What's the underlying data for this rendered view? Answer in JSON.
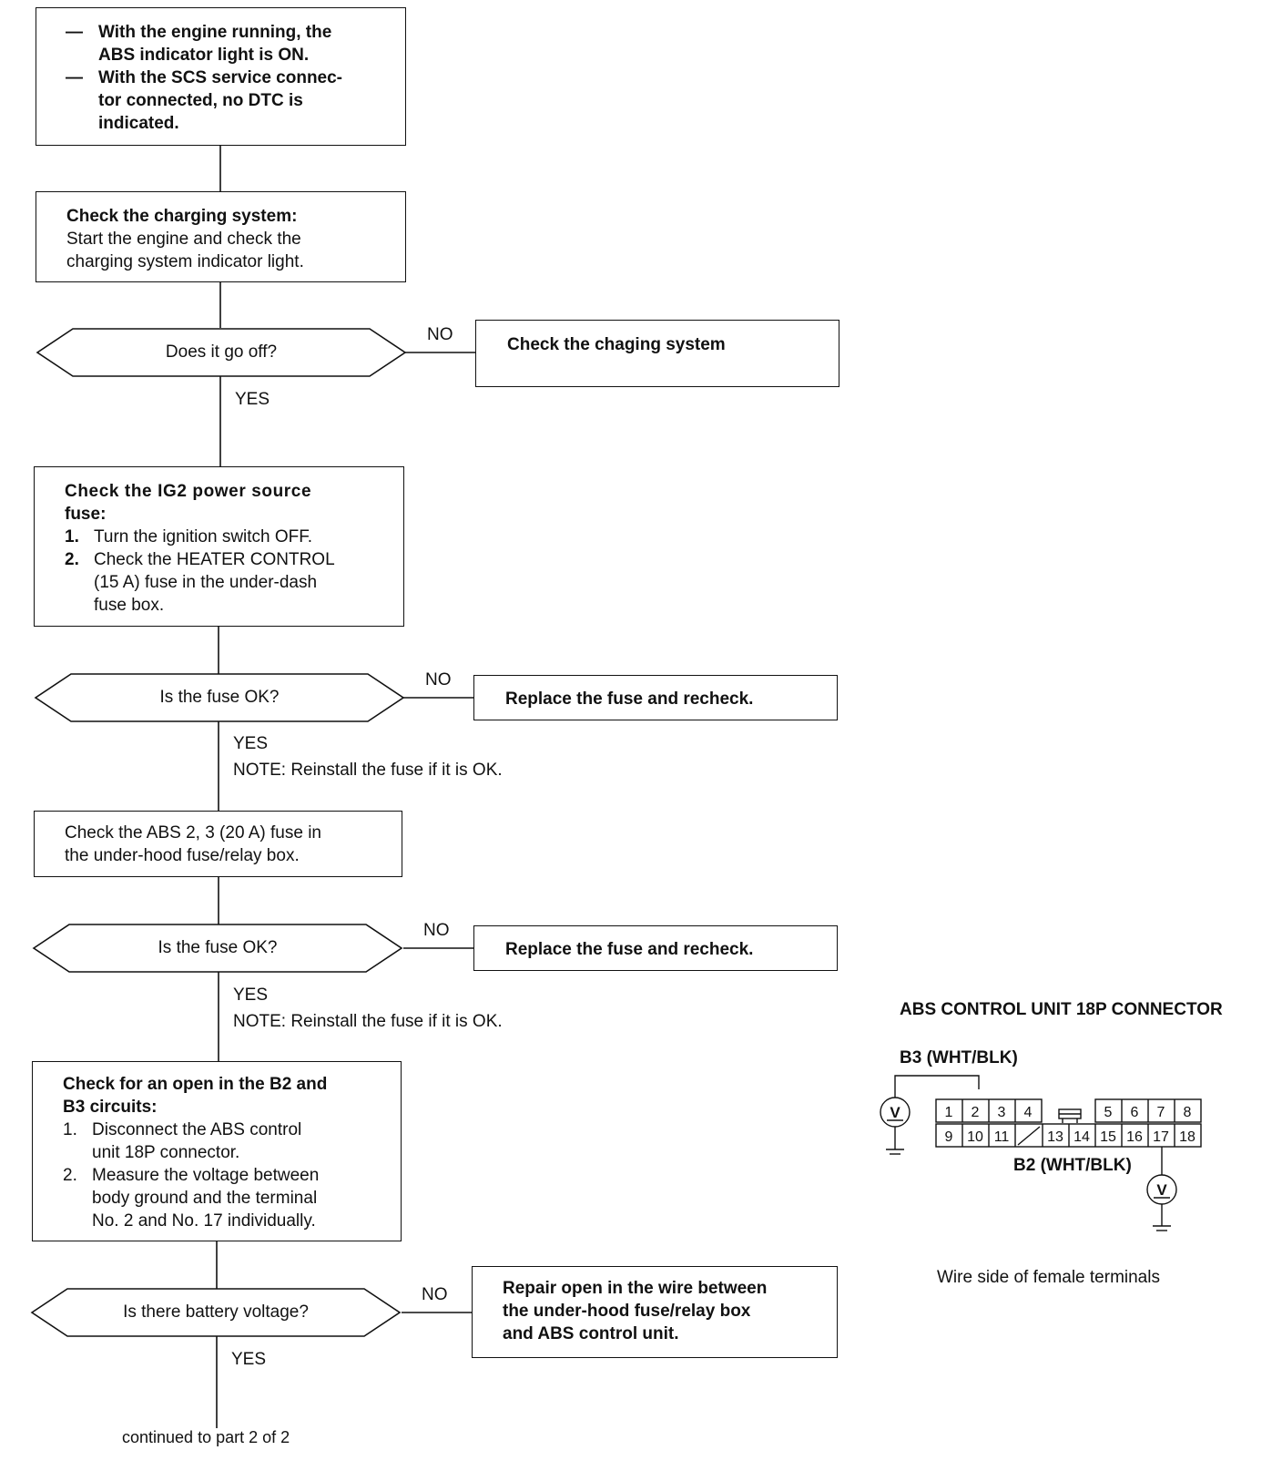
{
  "flow": {
    "start": {
      "items": [
        "With the engine running, the ABS indicator light is ON.",
        "With the SCS service connector connected, no DTC is indicated."
      ],
      "lines": [
        "With the engine running, the",
        "ABS indicator light is ON.",
        "With the SCS service connec-",
        "tor connected, no DTC is",
        "indicated."
      ],
      "bullet": "—"
    },
    "step1": {
      "title": "Check the charging system:",
      "body_lines": [
        "Start the engine and check the",
        "charging system indicator light."
      ]
    },
    "dec1": {
      "question": "Does it go off?",
      "no": "NO",
      "yes": "YES",
      "no_action": "Check the chaging system"
    },
    "step2": {
      "title_lines": [
        "Check the IG2 power source",
        "fuse:"
      ],
      "steps": [
        {
          "num": "1.",
          "lines": [
            "Turn the ignition switch OFF."
          ]
        },
        {
          "num": "2.",
          "lines": [
            "Check the HEATER CONTROL",
            "(15 A) fuse in the under-dash",
            "fuse box."
          ]
        }
      ]
    },
    "dec2": {
      "question": "Is the fuse OK?",
      "no": "NO",
      "yes": "YES",
      "note": "NOTE:  Reinstall the fuse if it is OK.",
      "no_action": "Replace the fuse and recheck."
    },
    "step3": {
      "lines": [
        "Check the ABS 2, 3 (20 A) fuse in",
        "the under-hood fuse/relay box."
      ]
    },
    "dec3": {
      "question": "Is the fuse OK?",
      "no": "NO",
      "yes": "YES",
      "note": "NOTE:  Reinstall the fuse if it is OK.",
      "no_action": "Replace the fuse and recheck."
    },
    "step4": {
      "title_lines": [
        "Check for an open in the B2 and",
        "B3 circuits:"
      ],
      "steps": [
        {
          "num": "1.",
          "lines": [
            "Disconnect the ABS control",
            "unit 18P connector."
          ]
        },
        {
          "num": "2.",
          "lines": [
            "Measure the voltage between",
            "body ground and the terminal",
            "No. 2 and No. 17 individually."
          ]
        }
      ]
    },
    "dec4": {
      "question": "Is there battery voltage?",
      "no": "NO",
      "yes": "YES",
      "no_action_lines": [
        "Repair open in the wire between",
        "the under-hood fuse/relay box",
        "and ABS control unit."
      ]
    },
    "continued": "continued to part 2 of 2"
  },
  "connector": {
    "title": "ABS CONTROL UNIT 18P CONNECTOR",
    "b3_label": "B3 (WHT/BLK)",
    "b2_label": "B2 (WHT/BLK)",
    "voltmeter_symbol": "V",
    "row1": [
      "1",
      "2",
      "3",
      "4",
      "",
      "5",
      "6",
      "7",
      "8"
    ],
    "row2": [
      "9",
      "10",
      "11",
      "",
      "13",
      "14",
      "15",
      "16",
      "17",
      "18"
    ],
    "caption": "Wire side of female terminals"
  }
}
